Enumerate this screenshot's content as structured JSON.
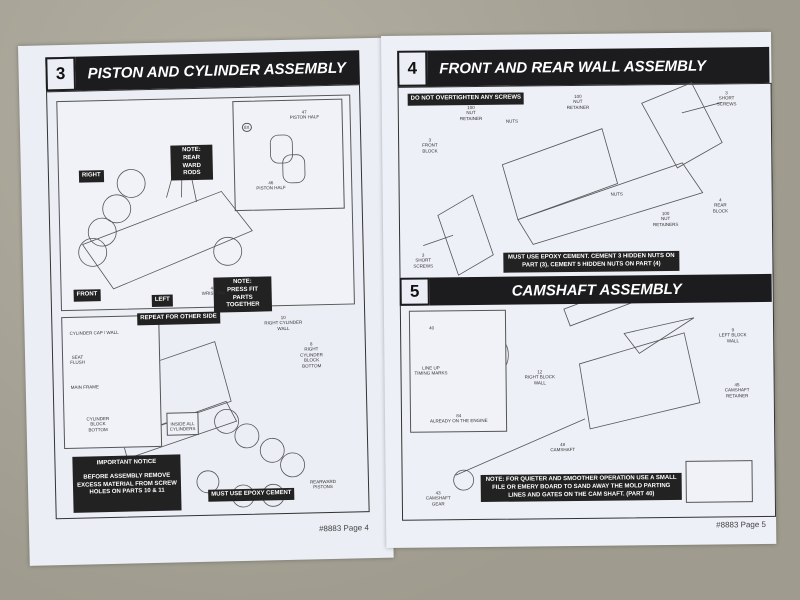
{
  "left_page": {
    "step_number": "3",
    "title": "PISTON AND CYLINDER ASSEMBLY",
    "labels": {
      "right": "RIGHT",
      "front": "FRONT",
      "left": "LEFT",
      "note_rods": "NOTE:\nREAR WARD\nRODS",
      "note_press": "NOTE:\nPRESS FIT PARTS\nTOGETHER",
      "piston_half_top": "47\nPISTON HALF",
      "piston_half_bottom": "46\nPISTON HALF",
      "wrist_pin": "48\nWRIST PIN",
      "qty": "8X",
      "repeat": "REPEAT FOR OTHER SIDE",
      "cylinder_cap": "CYLINDER CAP / WALL",
      "seat_flush": "SEAT\nFLUSH",
      "main_frame": "MAIN FRAME",
      "cylinder_block_bottom": "CYLINDER\nBLOCK\nBOTTOM",
      "right_cylinder_wall": "10\nRIGHT CYLINDER\nWALL",
      "right_cylinder_block_bottom": "8\nRIGHT\nCYLINDER\nBLOCK\nBOTTOM",
      "inside_all": "INSIDE ALL\nCYLINDERS",
      "rearward_pistons": "REARWARD\nPISTONS",
      "epoxy": "MUST USE EPOXY CEMENT"
    },
    "notice_title": "IMPORTANT NOTICE",
    "notice_body": "BEFORE ASSEMBLY REMOVE EXCESS MATERIAL FROM SCREW HOLES ON PARTS 10 & 11",
    "page_footer": "#8883 Page 4"
  },
  "right_page": {
    "step4_number": "4",
    "step4_title": "FRONT AND REAR WALL ASSEMBLY",
    "step4_labels": {
      "overtighten": "DO NOT OVERTIGHTEN ANY SCREWS",
      "nut_retainer_a": "100\nNUT\nRETAINER",
      "nut_retainer_b": "100\nNUT\nRETAINER",
      "nuts_a": "NUTS",
      "nuts_b": "NUTS",
      "front_block": "3\nFRONT\nBLOCK",
      "short_screws_a": "3\nSHORT\nSCREWS",
      "short_screws_b": "3\nSHORT\nSCREWS",
      "nut_retainers": "100\nNUT\nRETAINERS",
      "rear_block": "4\nREAR\nBLOCK",
      "epoxy_note": "MUST USE EPOXY CEMENT.  CEMENT 3 HIDDEN NUTS ON PART (3), CEMENT 5 HIDDEN NUTS ON PART (4)"
    },
    "step5_number": "5",
    "step5_title": "CAMSHAFT ASSEMBLY",
    "step5_labels": {
      "gear_40": "40",
      "timing": "LINE UP\nTIMING MARKS",
      "already": "84\nALREADY ON THE ENGINE",
      "right_block_wall": "12\nRIGHT BLOCK\nWALL",
      "left_block_wall": "9\nLEFT BLOCK\nWALL",
      "camshaft_retainer": "45\nCAMSHAFT\nRETAINER",
      "camshaft": "48\nCAMSHAFT",
      "camshaft_gear": "43\nCAMSHAFT\nGEAR"
    },
    "step5_note": "NOTE: FOR QUIETER AND SMOOTHER OPERATION USE A SMALL FILE OR EMERY BOARD TO SAND AWAY THE MOLD PARTING LINES AND GATES ON THE CAM SHAFT. (PART 40)",
    "page_footer": "#8883 Page 5"
  }
}
